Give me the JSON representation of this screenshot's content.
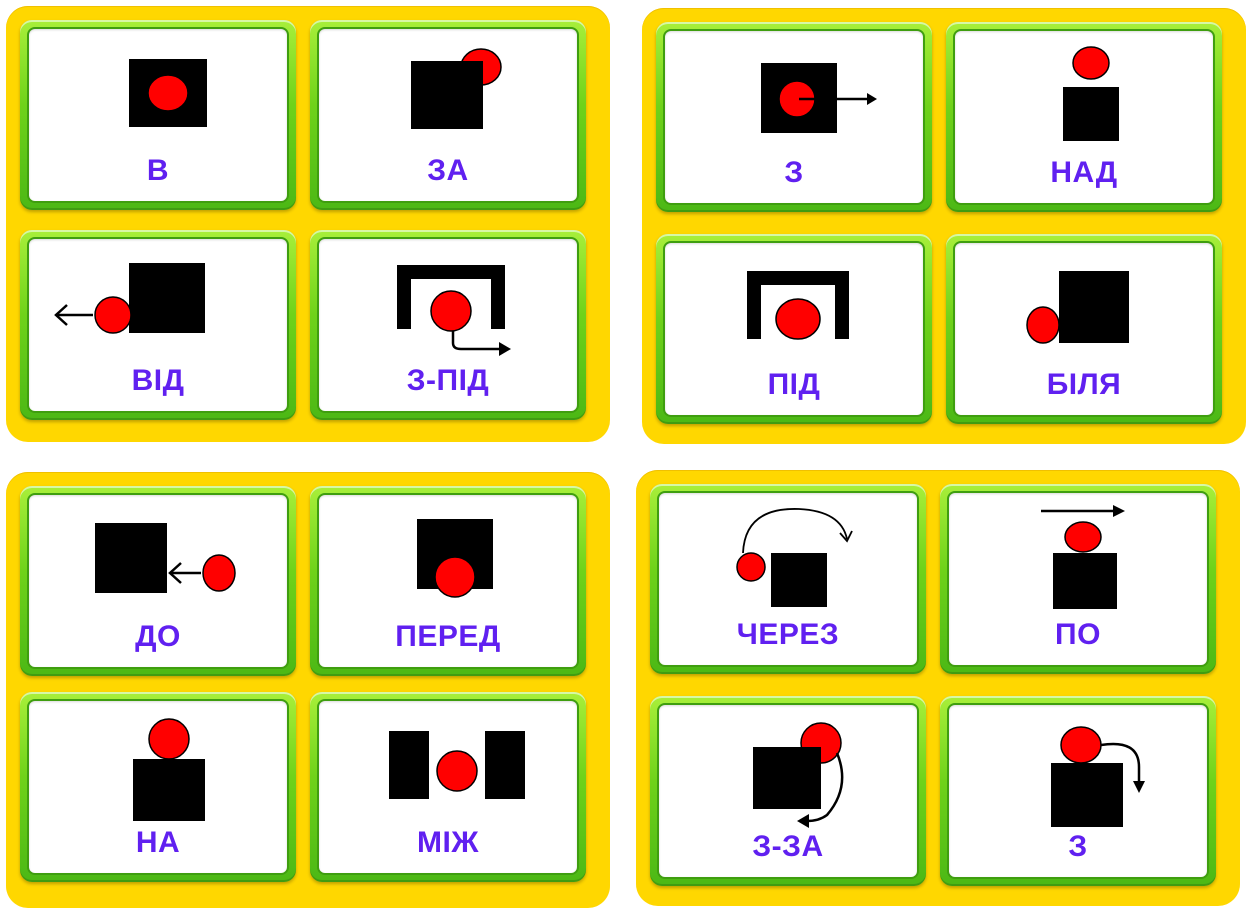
{
  "colors": {
    "panel": "#ffd700",
    "card_frame": "#6fd21a",
    "label": "#6020f0",
    "ball": "#ff0000",
    "block": "#000000"
  },
  "panels": [
    {
      "cards": [
        {
          "label": "В",
          "picture": "ball-inside-square"
        },
        {
          "label": "ЗА",
          "picture": "ball-behind-square"
        },
        {
          "label": "ВІД",
          "picture": "ball-moving-away-from-square"
        },
        {
          "label": "З-ПІД",
          "picture": "ball-coming-out-from-under-arch"
        }
      ]
    },
    {
      "cards": [
        {
          "label": "З",
          "picture": "ball-moving-out-of-square"
        },
        {
          "label": "НАД",
          "picture": "ball-above-square"
        },
        {
          "label": "ПІД",
          "picture": "ball-under-arch"
        },
        {
          "label": "БІЛЯ",
          "picture": "ball-beside-square"
        }
      ]
    },
    {
      "cards": [
        {
          "label": "ДО",
          "picture": "ball-moving-toward-square"
        },
        {
          "label": "ПЕРЕД",
          "picture": "ball-in-front-of-square"
        },
        {
          "label": "НА",
          "picture": "ball-on-square"
        },
        {
          "label": "МІЖ",
          "picture": "ball-between-two-blocks"
        }
      ]
    },
    {
      "cards": [
        {
          "label": "ЧЕРЕЗ",
          "picture": "ball-jumping-over-square"
        },
        {
          "label": "ПО",
          "picture": "ball-rolling-along-square"
        },
        {
          "label": "З-ЗА",
          "picture": "ball-coming-from-behind-square"
        },
        {
          "label": "З",
          "picture": "ball-falling-off-square"
        }
      ]
    }
  ]
}
